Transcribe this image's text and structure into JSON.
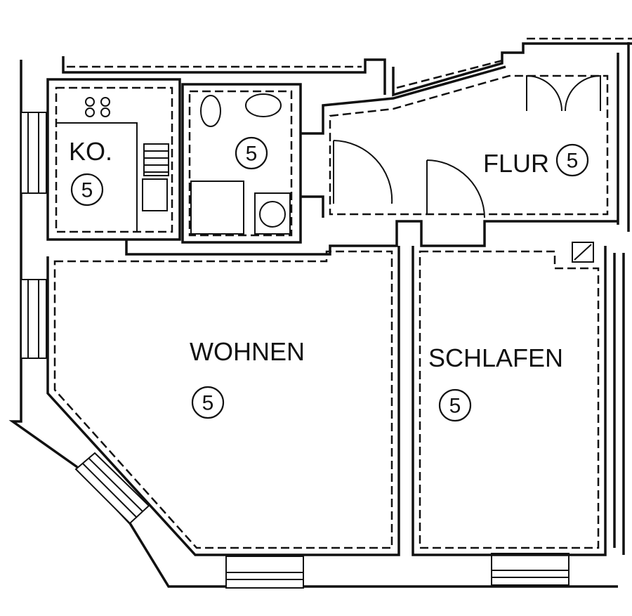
{
  "rooms": {
    "kitchen": {
      "label": "KO.",
      "number": "5"
    },
    "bath": {
      "number": "5"
    },
    "hall": {
      "label": "FLUR",
      "number": "5"
    },
    "living": {
      "label": "WOHNEN",
      "number": "5"
    },
    "bedroom": {
      "label": "SCHLAFEN",
      "number": "5"
    }
  }
}
